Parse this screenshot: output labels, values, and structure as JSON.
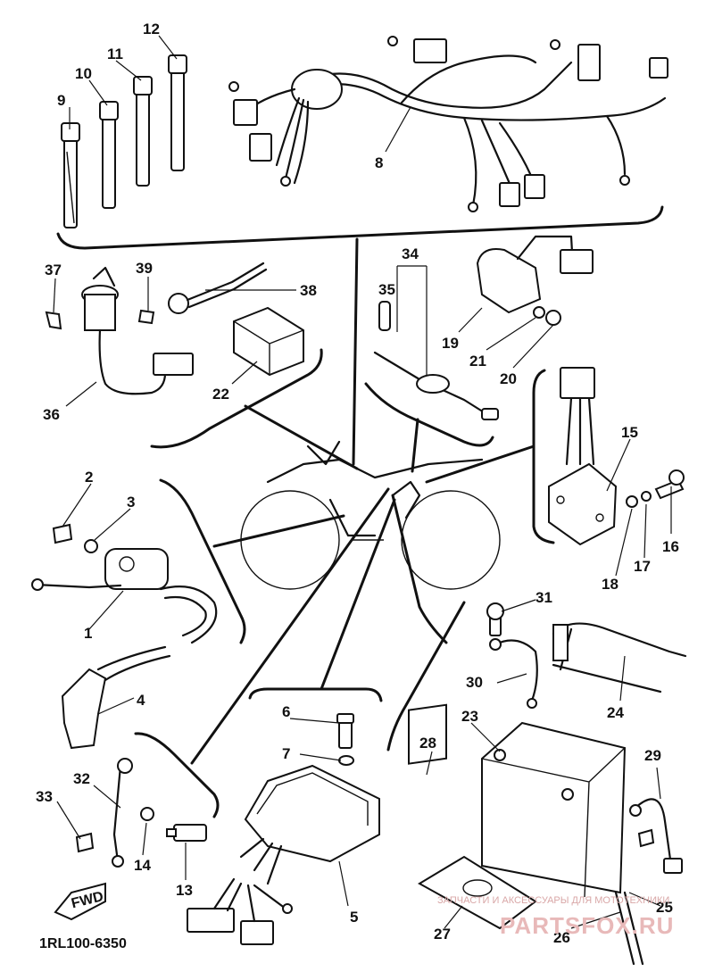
{
  "diagram_code": "1RL100-6350",
  "fwd_label": "FWD",
  "watermark": {
    "line1": "ЗАПЧАСТИ И АКСЕССУАРЫ ДЛЯ МОТОТЕХНИКИ",
    "line2": "PARTSFOX.RU"
  },
  "callouts": [
    "1",
    "2",
    "3",
    "4",
    "5",
    "6",
    "7",
    "8",
    "9",
    "10",
    "11",
    "12",
    "13",
    "14",
    "15",
    "16",
    "17",
    "18",
    "19",
    "20",
    "21",
    "22",
    "23",
    "24",
    "25",
    "26",
    "27",
    "28",
    "29",
    "30",
    "31",
    "32",
    "33",
    "34",
    "35",
    "36",
    "37",
    "38",
    "39"
  ]
}
